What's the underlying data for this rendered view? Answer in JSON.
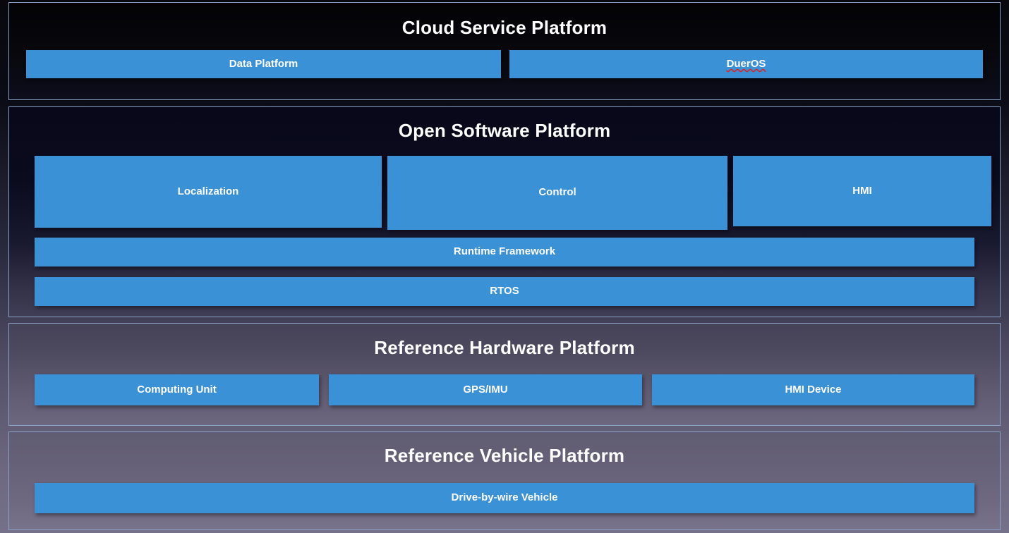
{
  "diagram": {
    "type": "layered-architecture",
    "colors": {
      "box_blue": "#3b91d6",
      "panel_border": "#8aa2c8",
      "text_white": "#ffffff",
      "spellcheck_red": "#e02020",
      "cloud_bg_top": "#030306",
      "software_bg_top": "#08081a",
      "hardware_bg_top": "#454258",
      "vehicle_bg_top": "#605c71"
    },
    "layers": [
      {
        "id": "cloud-service-platform",
        "title": "Cloud Service Platform",
        "boxes": [
          {
            "label": "Data Platform",
            "spellcheck_error": false
          },
          {
            "label": "DuerOS",
            "spellcheck_error": true
          }
        ]
      },
      {
        "id": "open-software-platform",
        "title": "Open Software Platform",
        "boxes": [
          {
            "label": "Localization",
            "spellcheck_error": false
          },
          {
            "label": "Control",
            "spellcheck_error": false
          },
          {
            "label": "HMI",
            "spellcheck_error": false
          }
        ],
        "full_width_boxes": [
          {
            "label": "Runtime Framework",
            "spellcheck_error": false
          },
          {
            "label": "RTOS",
            "spellcheck_error": false
          }
        ]
      },
      {
        "id": "reference-hardware-platform",
        "title": "Reference Hardware Platform",
        "boxes": [
          {
            "label": "Computing Unit",
            "spellcheck_error": false
          },
          {
            "label": "GPS/IMU",
            "spellcheck_error": false
          },
          {
            "label": "HMI Device",
            "spellcheck_error": false
          }
        ]
      },
      {
        "id": "reference-vehicle-platform",
        "title": "Reference Vehicle Platform",
        "boxes": [
          {
            "label": "Drive-by-wire Vehicle",
            "spellcheck_error": false
          }
        ]
      }
    ]
  }
}
